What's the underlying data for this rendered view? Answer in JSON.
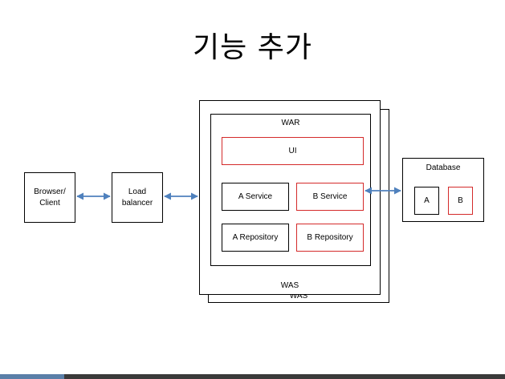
{
  "slide": {
    "title": "기능 추가"
  },
  "diagram": {
    "browser": "Browser/\nClient",
    "load_balancer": "Load\nbalancer",
    "was_back_label": "WAS",
    "was_label": "WAS",
    "war_label": "WAR",
    "ui": "UI",
    "a_service": "A Service",
    "b_service": "B Service",
    "a_repository": "A Repository",
    "b_repository": "B Repository",
    "database_label": "Database",
    "db_a": "A",
    "db_b": "B"
  },
  "colors": {
    "highlight_border": "#d42a2a",
    "arrow": "#4f81bd",
    "border": "#000000"
  }
}
